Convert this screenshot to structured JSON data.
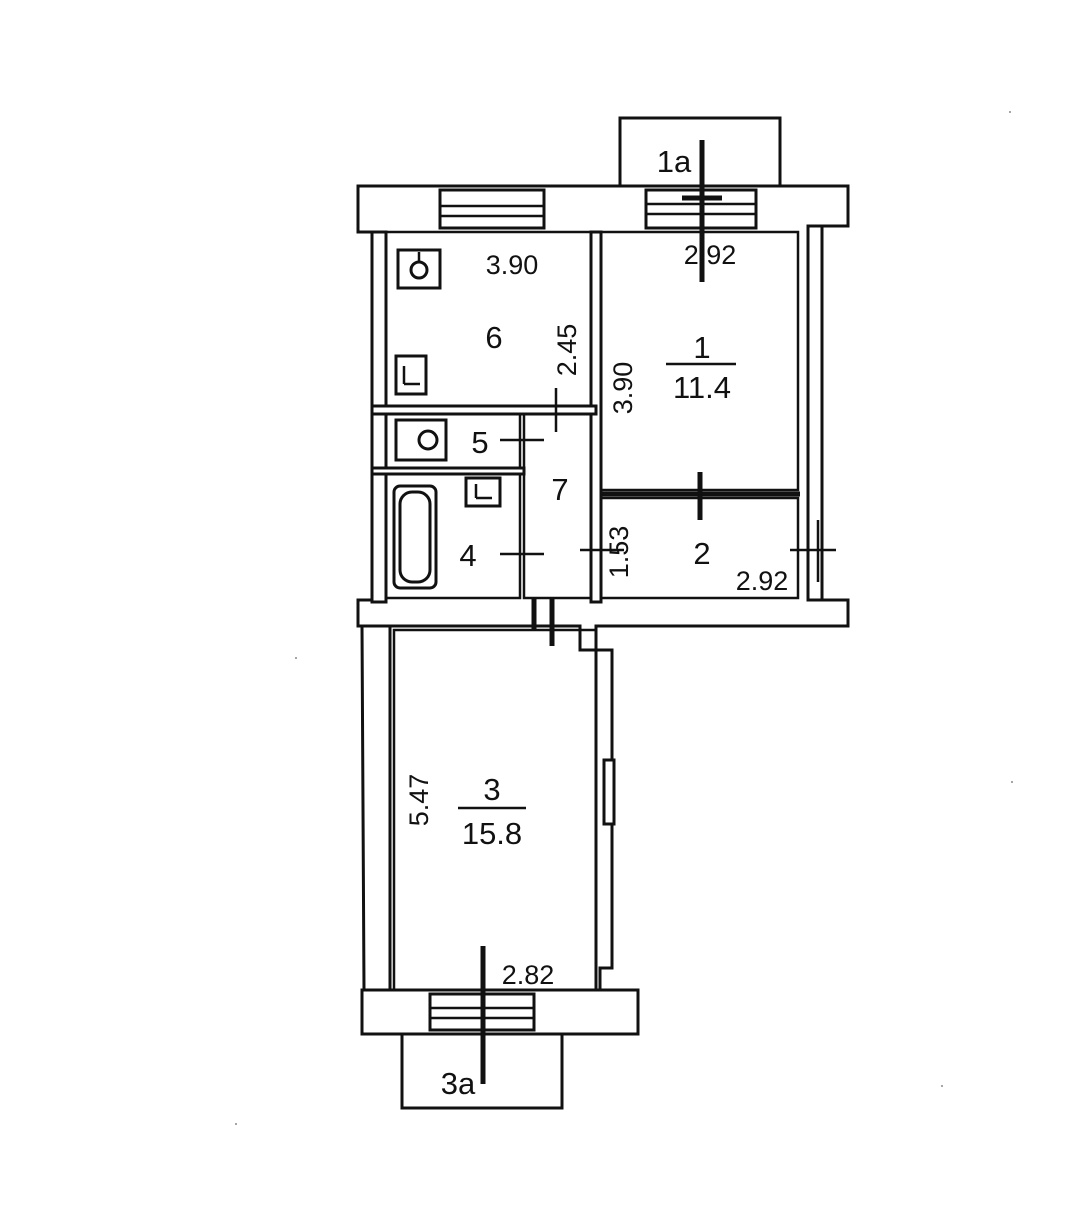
{
  "rooms": [
    {
      "id": "1",
      "number": "1",
      "area": "11.4"
    },
    {
      "id": "2",
      "number": "2"
    },
    {
      "id": "3",
      "number": "3",
      "area": "15.8"
    },
    {
      "id": "4",
      "number": "4"
    },
    {
      "id": "5",
      "number": "5"
    },
    {
      "id": "6",
      "number": "6"
    },
    {
      "id": "7",
      "number": "7"
    }
  ],
  "balconies": {
    "top": "1a",
    "bottom": "3a"
  },
  "dimensions": {
    "room6_width": "3.90",
    "room6_depth": "2.45",
    "room1_width": "2.92",
    "room1_depth": "3.90",
    "room2_width": "2.92",
    "room2_depth": "1.53",
    "room3_depth": "5.47",
    "room3_width": "2.82"
  }
}
